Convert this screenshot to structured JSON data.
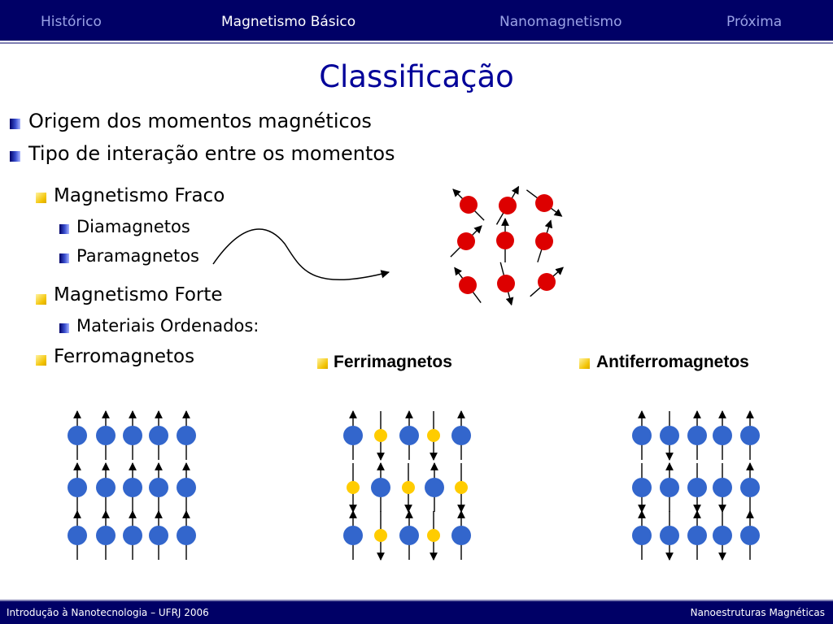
{
  "nav": {
    "items": [
      "Histórico",
      "Magnetismo Básico",
      "Nanomagnetismo",
      "Próxima"
    ],
    "active": "Magnetismo Básico"
  },
  "slide": {
    "title": "Classificação",
    "bullets": {
      "b1": "Origem dos momentos magnéticos",
      "b2": "Tipo de interação entre os momentos",
      "weak": "Magnetismo Fraco",
      "dia": "Diamagnetos",
      "para": "Paramagnetos",
      "strong": "Magnetismo Forte",
      "ordered": "Materiais Ordenados:",
      "ferro": "Ferromagnetos",
      "ferri": "Ferrimagnetos",
      "antiferro": "Antiferromagnetos"
    }
  },
  "footer": {
    "left": "Introdução à Nanotecnologia – UFRJ 2006",
    "right": "Nanoestruturas Magnéticas"
  },
  "colors": {
    "header_bg": "#000066",
    "title": "#000099",
    "para_atom": "#dd0000",
    "ferro_atom": "#3366cc",
    "ferri_small_atom": "#ffcc00"
  }
}
